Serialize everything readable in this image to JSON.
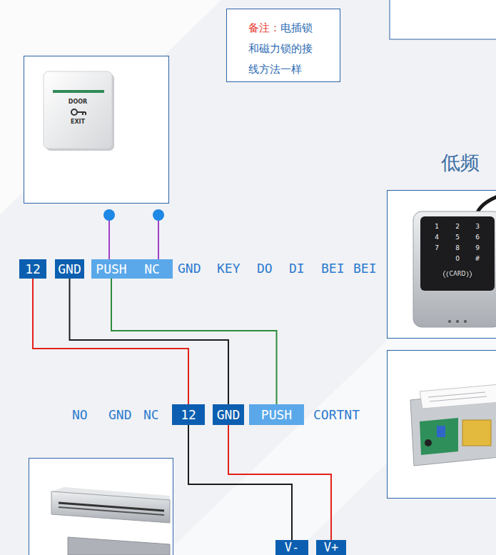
{
  "diagram": {
    "nodes": [
      {
        "text": [
          "备注：",
          "电插锁和磁力锁的接线方法一样"
        ]
      },
      {
        "text": [
          "12"
        ]
      },
      {
        "text": [
          "GND"
        ]
      },
      {
        "text": [
          "PUSH"
        ]
      },
      {
        "text": [
          "NC"
        ]
      },
      {
        "text": [
          "12"
        ]
      },
      {
        "text": [
          "GND"
        ]
      },
      {
        "text": [
          "PUSH"
        ]
      },
      {
        "text": [
          "V-"
        ]
      },
      {
        "text": [
          "V+"
        ]
      }
    ],
    "edges": [
      {
        "from": 1,
        "to": 5,
        "arrow": "none"
      },
      {
        "from": 2,
        "to": 6,
        "arrow": "none"
      },
      {
        "from": 3,
        "to": 7,
        "arrow": "none"
      },
      {
        "from": 5,
        "to": 8,
        "arrow": "none"
      },
      {
        "from": 6,
        "to": 9,
        "arrow": "none"
      }
    ],
    "labels": [
      "DOOR",
      "EXIT",
      "低频",
      "GND",
      "KEY",
      "DO",
      "DI",
      "BEI",
      "BEI",
      "1",
      "2",
      "3",
      "4",
      "5",
      "6",
      "7",
      "8",
      "9",
      "0",
      "#",
      "CARD",
      "NO",
      "GND",
      "NC",
      "CORTNT"
    ]
  }
}
